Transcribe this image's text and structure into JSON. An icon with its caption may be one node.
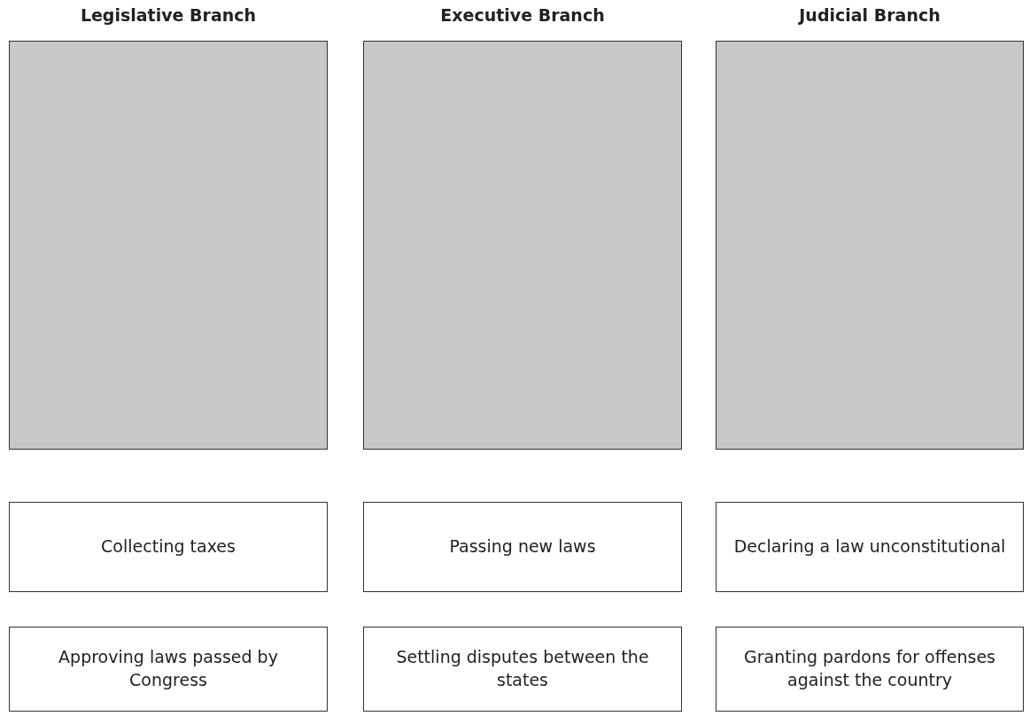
{
  "diagram": {
    "nodes": [
      {
        "text": [
          "Legislative Branch"
        ]
      },
      {
        "text": [
          "Executive Branch"
        ]
      },
      {
        "text": [
          "Judicial Branch"
        ]
      },
      {
        "text": [
          "Collecting taxes"
        ]
      },
      {
        "text": [
          "Passing new laws"
        ]
      },
      {
        "text": [
          "Declaring a law unconstitutional"
        ]
      },
      {
        "text": [
          "Approving laws passed by Congress"
        ]
      },
      {
        "text": [
          "Settling disputes between the states"
        ]
      },
      {
        "text": [
          "Granting pardons for offenses against the country"
        ]
      }
    ]
  }
}
